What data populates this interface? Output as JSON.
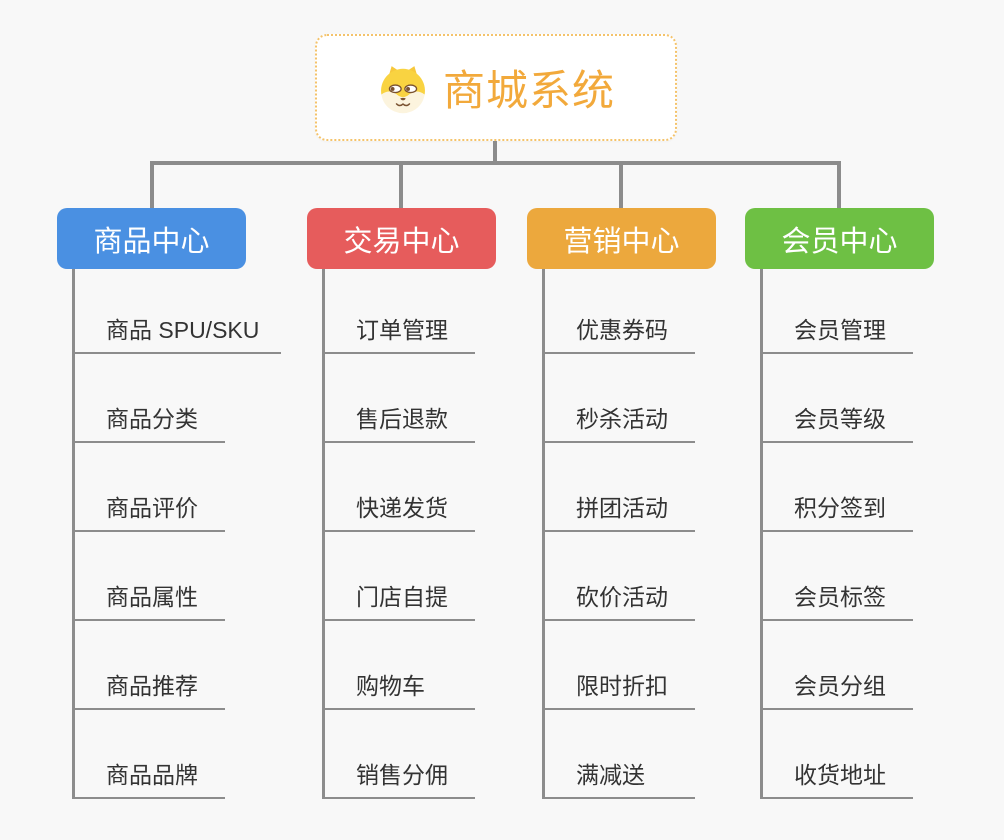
{
  "canvas": {
    "background": "#F8F8F8"
  },
  "root": {
    "title": "商城系统",
    "icon": "dog-face-icon",
    "border_color": "#F4C36B",
    "text_color": "#F2A93B",
    "background": "#FFFFFF"
  },
  "connector_color": "#8C8C8C",
  "leaf_text_color": "#333333",
  "branches": [
    {
      "id": "product-center",
      "label": "商品中心",
      "color": "#4A90E2",
      "items": [
        "商品 SPU/SKU",
        "商品分类",
        "商品评价",
        "商品属性",
        "商品推荐",
        "商品品牌"
      ]
    },
    {
      "id": "trade-center",
      "label": "交易中心",
      "color": "#E65C5C",
      "items": [
        "订单管理",
        "售后退款",
        "快递发货",
        "门店自提",
        "购物车",
        "销售分佣"
      ]
    },
    {
      "id": "marketing-center",
      "label": "营销中心",
      "color": "#ECA83D",
      "items": [
        "优惠券码",
        "秒杀活动",
        "拼团活动",
        "砍价活动",
        "限时折扣",
        "满减送"
      ]
    },
    {
      "id": "member-center",
      "label": "会员中心",
      "color": "#6EC044",
      "items": [
        "会员管理",
        "会员等级",
        "积分签到",
        "会员标签",
        "会员分组",
        "收货地址"
      ]
    }
  ]
}
